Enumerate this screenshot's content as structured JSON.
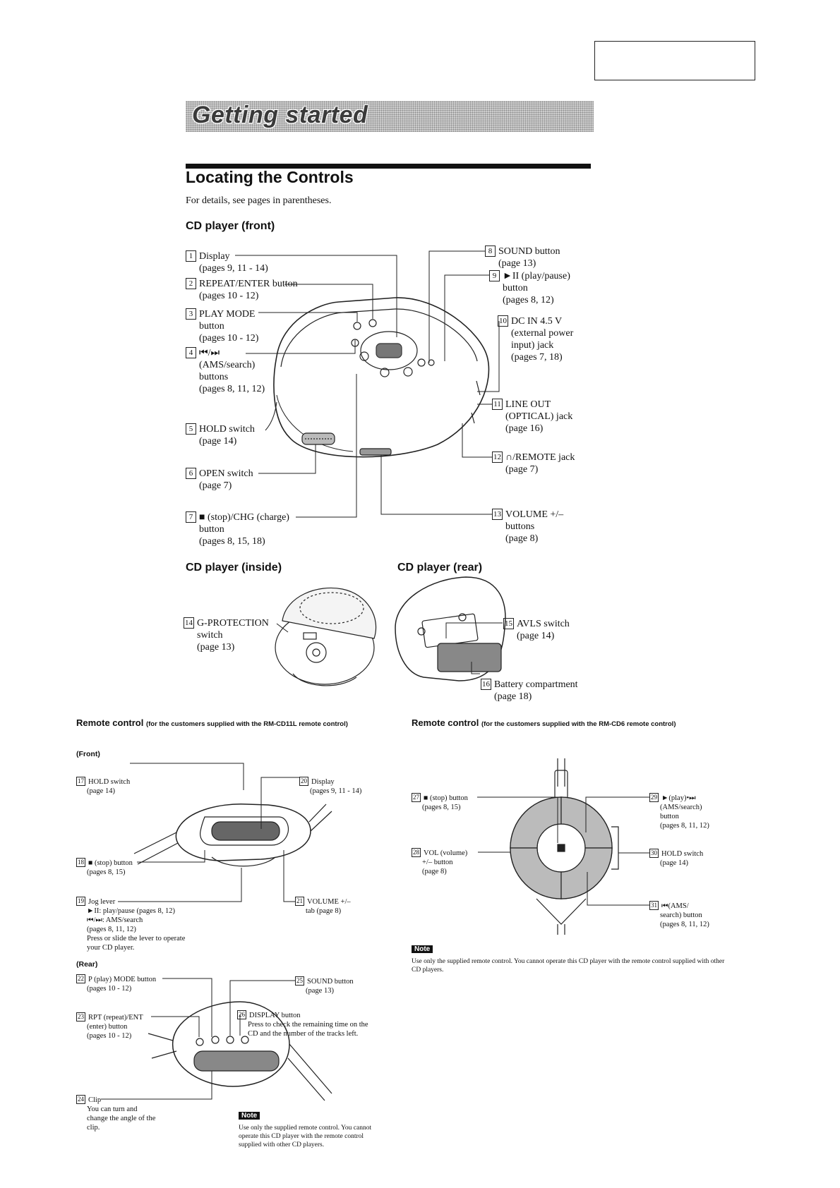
{
  "header": {
    "banner": "Getting started",
    "section_title": "Locating the Controls",
    "intro": "For details, see pages in parentheses."
  },
  "front": {
    "title": "CD player (front)",
    "items": [
      {
        "n": "1",
        "lines": [
          "Display",
          "(pages 9, 11 - 14)"
        ]
      },
      {
        "n": "2",
        "lines": [
          "REPEAT/ENTER button",
          "(pages 10 - 12)"
        ]
      },
      {
        "n": "3",
        "lines": [
          "PLAY MODE",
          "button",
          "(pages 10 - 12)"
        ]
      },
      {
        "n": "4",
        "lines": [
          "⏮/⏭",
          "(AMS/search)",
          "buttons",
          "(pages 8, 11, 12)"
        ]
      },
      {
        "n": "5",
        "lines": [
          "HOLD switch",
          "(page 14)"
        ]
      },
      {
        "n": "6",
        "lines": [
          "OPEN switch",
          "(page 7)"
        ]
      },
      {
        "n": "7",
        "lines": [
          "■ (stop)/CHG (charge)",
          "button",
          "(pages 8, 15, 18)"
        ]
      },
      {
        "n": "8",
        "lines": [
          "SOUND button",
          "(page 13)"
        ]
      },
      {
        "n": "9",
        "lines": [
          "►II (play/pause)",
          "button",
          "(pages 8, 12)"
        ]
      },
      {
        "n": "10",
        "lines": [
          "DC IN 4.5 V",
          "(external power",
          "input) jack",
          "(pages 7, 18)"
        ]
      },
      {
        "n": "11",
        "lines": [
          "LINE OUT",
          "(OPTICAL) jack",
          "(page 16)"
        ]
      },
      {
        "n": "12",
        "lines": [
          "∩/REMOTE jack",
          "(page 7)"
        ]
      },
      {
        "n": "13",
        "lines": [
          "VOLUME +/–",
          "buttons",
          "(page 8)"
        ]
      }
    ]
  },
  "inside": {
    "title": "CD player (inside)",
    "items": [
      {
        "n": "14",
        "lines": [
          "G-PROTECTION",
          "switch",
          "(page 13)"
        ]
      }
    ]
  },
  "rear": {
    "title": "CD player (rear)",
    "items": [
      {
        "n": "15",
        "lines": [
          "AVLS switch",
          "(page 14)"
        ]
      },
      {
        "n": "16",
        "lines": [
          "Battery compartment",
          "(page 18)"
        ]
      }
    ]
  },
  "remote1": {
    "title": "Remote control",
    "title_small": "(for the customers supplied with the RM-CD11L remote control)",
    "front_label": "(Front)",
    "rear_label": "(Rear)",
    "items": [
      {
        "n": "17",
        "lines": [
          "HOLD switch",
          "(page 14)"
        ]
      },
      {
        "n": "18",
        "lines": [
          "■ (stop) button",
          "(pages 8, 15)"
        ]
      },
      {
        "n": "19",
        "lines": [
          "Jog lever",
          "►II: play/pause (pages 8, 12)",
          "⏮/⏭: AMS/search",
          "(pages 8, 11, 12)",
          "Press or slide the lever to operate",
          "your CD player."
        ]
      },
      {
        "n": "20",
        "lines": [
          "Display",
          "(pages 9, 11 - 14)"
        ]
      },
      {
        "n": "21",
        "lines": [
          "VOLUME +/–",
          "tab (page 8)"
        ]
      },
      {
        "n": "22",
        "lines": [
          "P (play) MODE button",
          "(pages 10 - 12)"
        ]
      },
      {
        "n": "23",
        "lines": [
          "RPT (repeat)/ENT",
          "(enter) button",
          "(pages 10 - 12)"
        ]
      },
      {
        "n": "24",
        "lines": [
          "Clip",
          "You can turn and",
          "change the angle of the",
          "clip."
        ]
      },
      {
        "n": "25",
        "lines": [
          "SOUND button",
          "(page 13)"
        ]
      },
      {
        "n": "26",
        "lines": [
          "DISPLAY button",
          "Press to check the remaining time on the",
          "CD and the number of the tracks left."
        ]
      }
    ],
    "note_badge": "Note",
    "note": "Use only the supplied remote control. You cannot operate this CD player with the remote control supplied with other CD players."
  },
  "remote2": {
    "title": "Remote control",
    "title_small": "(for the customers supplied with the RM-CD6 remote control)",
    "items": [
      {
        "n": "27",
        "lines": [
          "■ (stop) button",
          "(pages 8, 15)"
        ]
      },
      {
        "n": "28",
        "lines": [
          "VOL (volume)",
          "+/– button",
          "(page 8)"
        ]
      },
      {
        "n": "29",
        "lines": [
          "►(play)•⏭",
          "(AMS/search)",
          "button",
          "(pages 8, 11, 12)"
        ]
      },
      {
        "n": "30",
        "lines": [
          "HOLD switch",
          "(page 14)"
        ]
      },
      {
        "n": "31",
        "lines": [
          "⏮(AMS/",
          "search) button",
          "(pages 8, 11, 12)"
        ]
      }
    ],
    "note_badge": "Note",
    "note": "Use only the supplied remote control. You cannot operate this CD player with the remote control supplied with other CD players."
  }
}
